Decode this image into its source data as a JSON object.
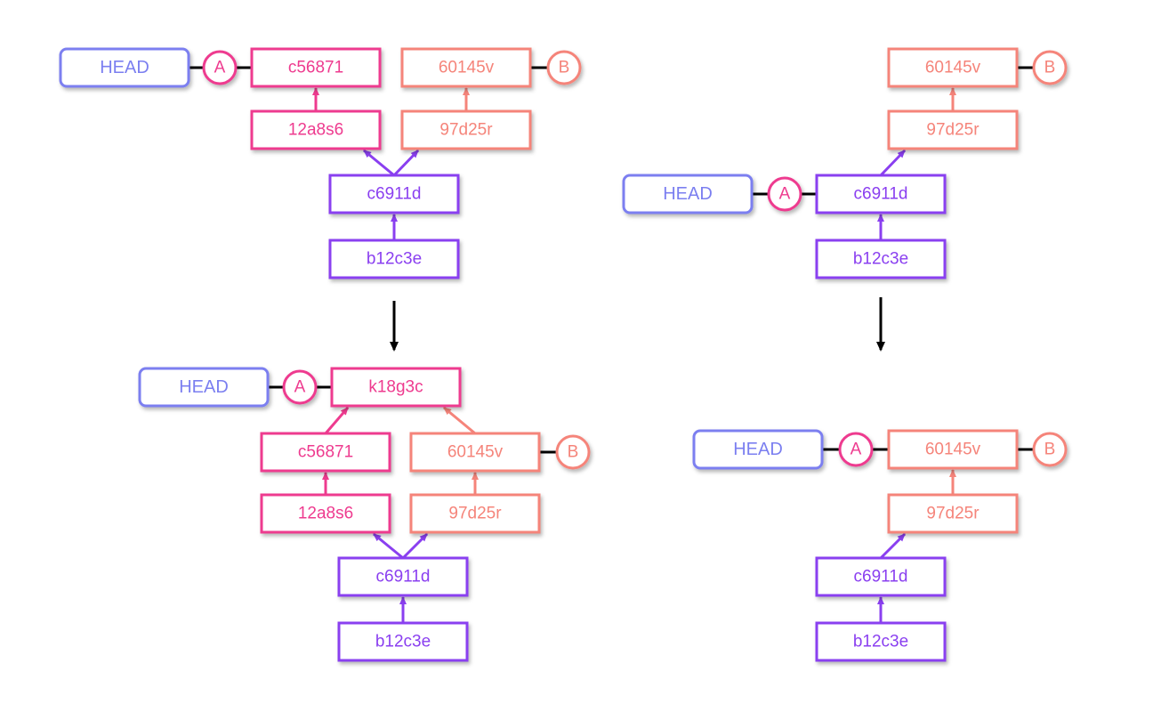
{
  "colors": {
    "primary": "#ee3b8f",
    "secondary": "#f5847a",
    "base": "#8a3ff0",
    "head": "#7b7ff0",
    "arrow": "#000000"
  },
  "diagrams": [
    {
      "head": "HEAD",
      "nodes": [
        {
          "id": "c56871",
          "label": "c56871",
          "color": "primary",
          "ref": "A"
        },
        {
          "id": "12a8s6",
          "label": "12a8s6",
          "color": "primary"
        },
        {
          "id": "60145v",
          "label": "60145v",
          "color": "secondary",
          "ref": "B"
        },
        {
          "id": "97d25r",
          "label": "97d25r",
          "color": "secondary"
        },
        {
          "id": "c6911d",
          "label": "c6911d",
          "color": "base"
        },
        {
          "id": "b12c3e",
          "label": "b12c3e",
          "color": "base"
        }
      ]
    },
    {
      "head": "HEAD",
      "nodes": [
        {
          "id": "k18g3c",
          "label": "k18g3c",
          "color": "primary",
          "ref": "A"
        },
        {
          "id": "c56871",
          "label": "c56871",
          "color": "primary"
        },
        {
          "id": "12a8s6",
          "label": "12a8s6",
          "color": "primary"
        },
        {
          "id": "60145v",
          "label": "60145v",
          "color": "secondary",
          "ref": "B"
        },
        {
          "id": "97d25r",
          "label": "97d25r",
          "color": "secondary"
        },
        {
          "id": "c6911d",
          "label": "c6911d",
          "color": "base"
        },
        {
          "id": "b12c3e",
          "label": "b12c3e",
          "color": "base"
        }
      ]
    },
    {
      "head": "HEAD",
      "nodes": [
        {
          "id": "60145v",
          "label": "60145v",
          "color": "secondary",
          "ref": "B"
        },
        {
          "id": "97d25r",
          "label": "97d25r",
          "color": "secondary"
        },
        {
          "id": "c6911d",
          "label": "c6911d",
          "color": "base",
          "ref": "A"
        },
        {
          "id": "b12c3e",
          "label": "b12c3e",
          "color": "base"
        }
      ]
    },
    {
      "head": "HEAD",
      "nodes": [
        {
          "id": "60145v",
          "label": "60145v",
          "color": "secondary",
          "refs": [
            "A",
            "B"
          ]
        },
        {
          "id": "97d25r",
          "label": "97d25r",
          "color": "secondary"
        },
        {
          "id": "c6911d",
          "label": "c6911d",
          "color": "base"
        },
        {
          "id": "b12c3e",
          "label": "b12c3e",
          "color": "base"
        }
      ]
    }
  ]
}
